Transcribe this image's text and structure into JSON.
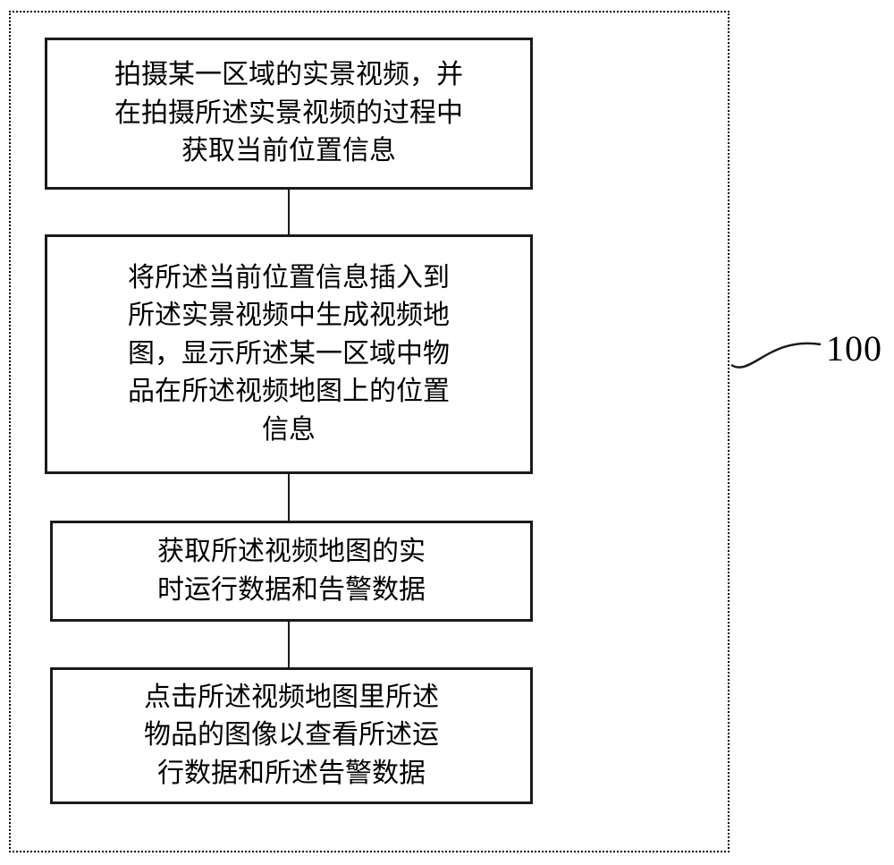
{
  "diagram": {
    "reference_label": "100",
    "steps": [
      {
        "id": "step-1",
        "text": "拍摄某一区域的实景视频，并\n在拍摄所述实景视频的过程中\n获取当前位置信息"
      },
      {
        "id": "step-2",
        "text": "将所述当前位置信息插入到\n所述实景视频中生成视频地\n图，显示所述某一区域中物\n品在所述视频地图上的位置\n信息"
      },
      {
        "id": "step-3",
        "text": "获取所述视频地图的实\n时运行数据和告警数据"
      },
      {
        "id": "step-4",
        "text": "点击所述视频地图里所述\n物品的图像以查看所述运\n行数据和所述告警数据"
      }
    ],
    "colors": {
      "line": "#1a1a1a",
      "background": "#ffffff"
    }
  }
}
